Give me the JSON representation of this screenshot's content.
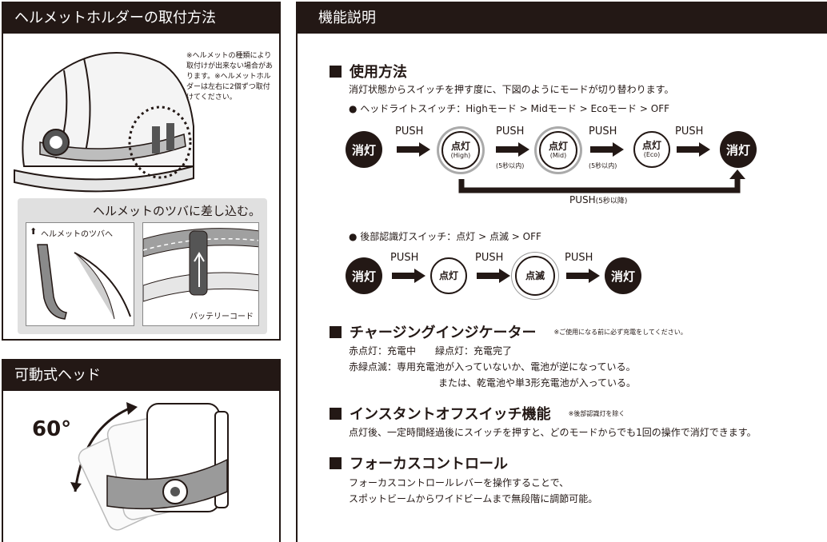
{
  "install": {
    "title": "ヘルメットホルダーの取付方法",
    "note": "※ヘルメットの種類により取付けが出来ない場合があります。※ヘルメットホルダーは左右に2個ずつ取付けてください。",
    "insert_caption": "ヘルメットのツバに差し込む。",
    "tsuba_label": "ヘルメットのツバへ",
    "battery_label": "バッテリーコード"
  },
  "head": {
    "title": "可動式ヘッド",
    "angle": "60°"
  },
  "func": {
    "title": "機能説明",
    "usage": {
      "title": "使用方法",
      "desc": "消灯状態からスイッチを押す度に、下図のようにモードが切り替わります。",
      "headlight_line": "● ヘッドライトスイッチ：Highモード > Midモード > Ecoモード > OFF",
      "rear_line": "● 後部認識灯スイッチ：点灯 > 点滅 > OFF"
    },
    "flow": {
      "off": "消灯",
      "on": "点灯",
      "blink": "点滅",
      "high": "(High)",
      "mid": "(Mid)",
      "eco": "(Eco)",
      "push": "PUSH",
      "within5": "(5秒以内)",
      "long_push_main": "PUSH",
      "long_push_sub": "(5秒以降)"
    },
    "charge": {
      "title": "チャージングインジケーター",
      "note": "※ご使用になる前に必ず充電をしてください。",
      "line1": "赤点灯：充電中　　緑点灯：充電完了",
      "line2": "赤緑点滅：専用充電池が入っていないか、電池が逆になっている。",
      "line3": "または、乾電池や単3形充電池が入っている。"
    },
    "instant": {
      "title": "インスタントオフスイッチ機能",
      "note": "※後部認識灯を除く",
      "line1": "点灯後、一定時間経過後にスイッチを押すと、どのモードからでも1回の操作で消灯できます。"
    },
    "focus": {
      "title": "フォーカスコントロール",
      "line1": "フォーカスコントロールレバーを操作することで、",
      "line2": "スポットビームからワイドビームまで無段階に調節可能。"
    }
  }
}
